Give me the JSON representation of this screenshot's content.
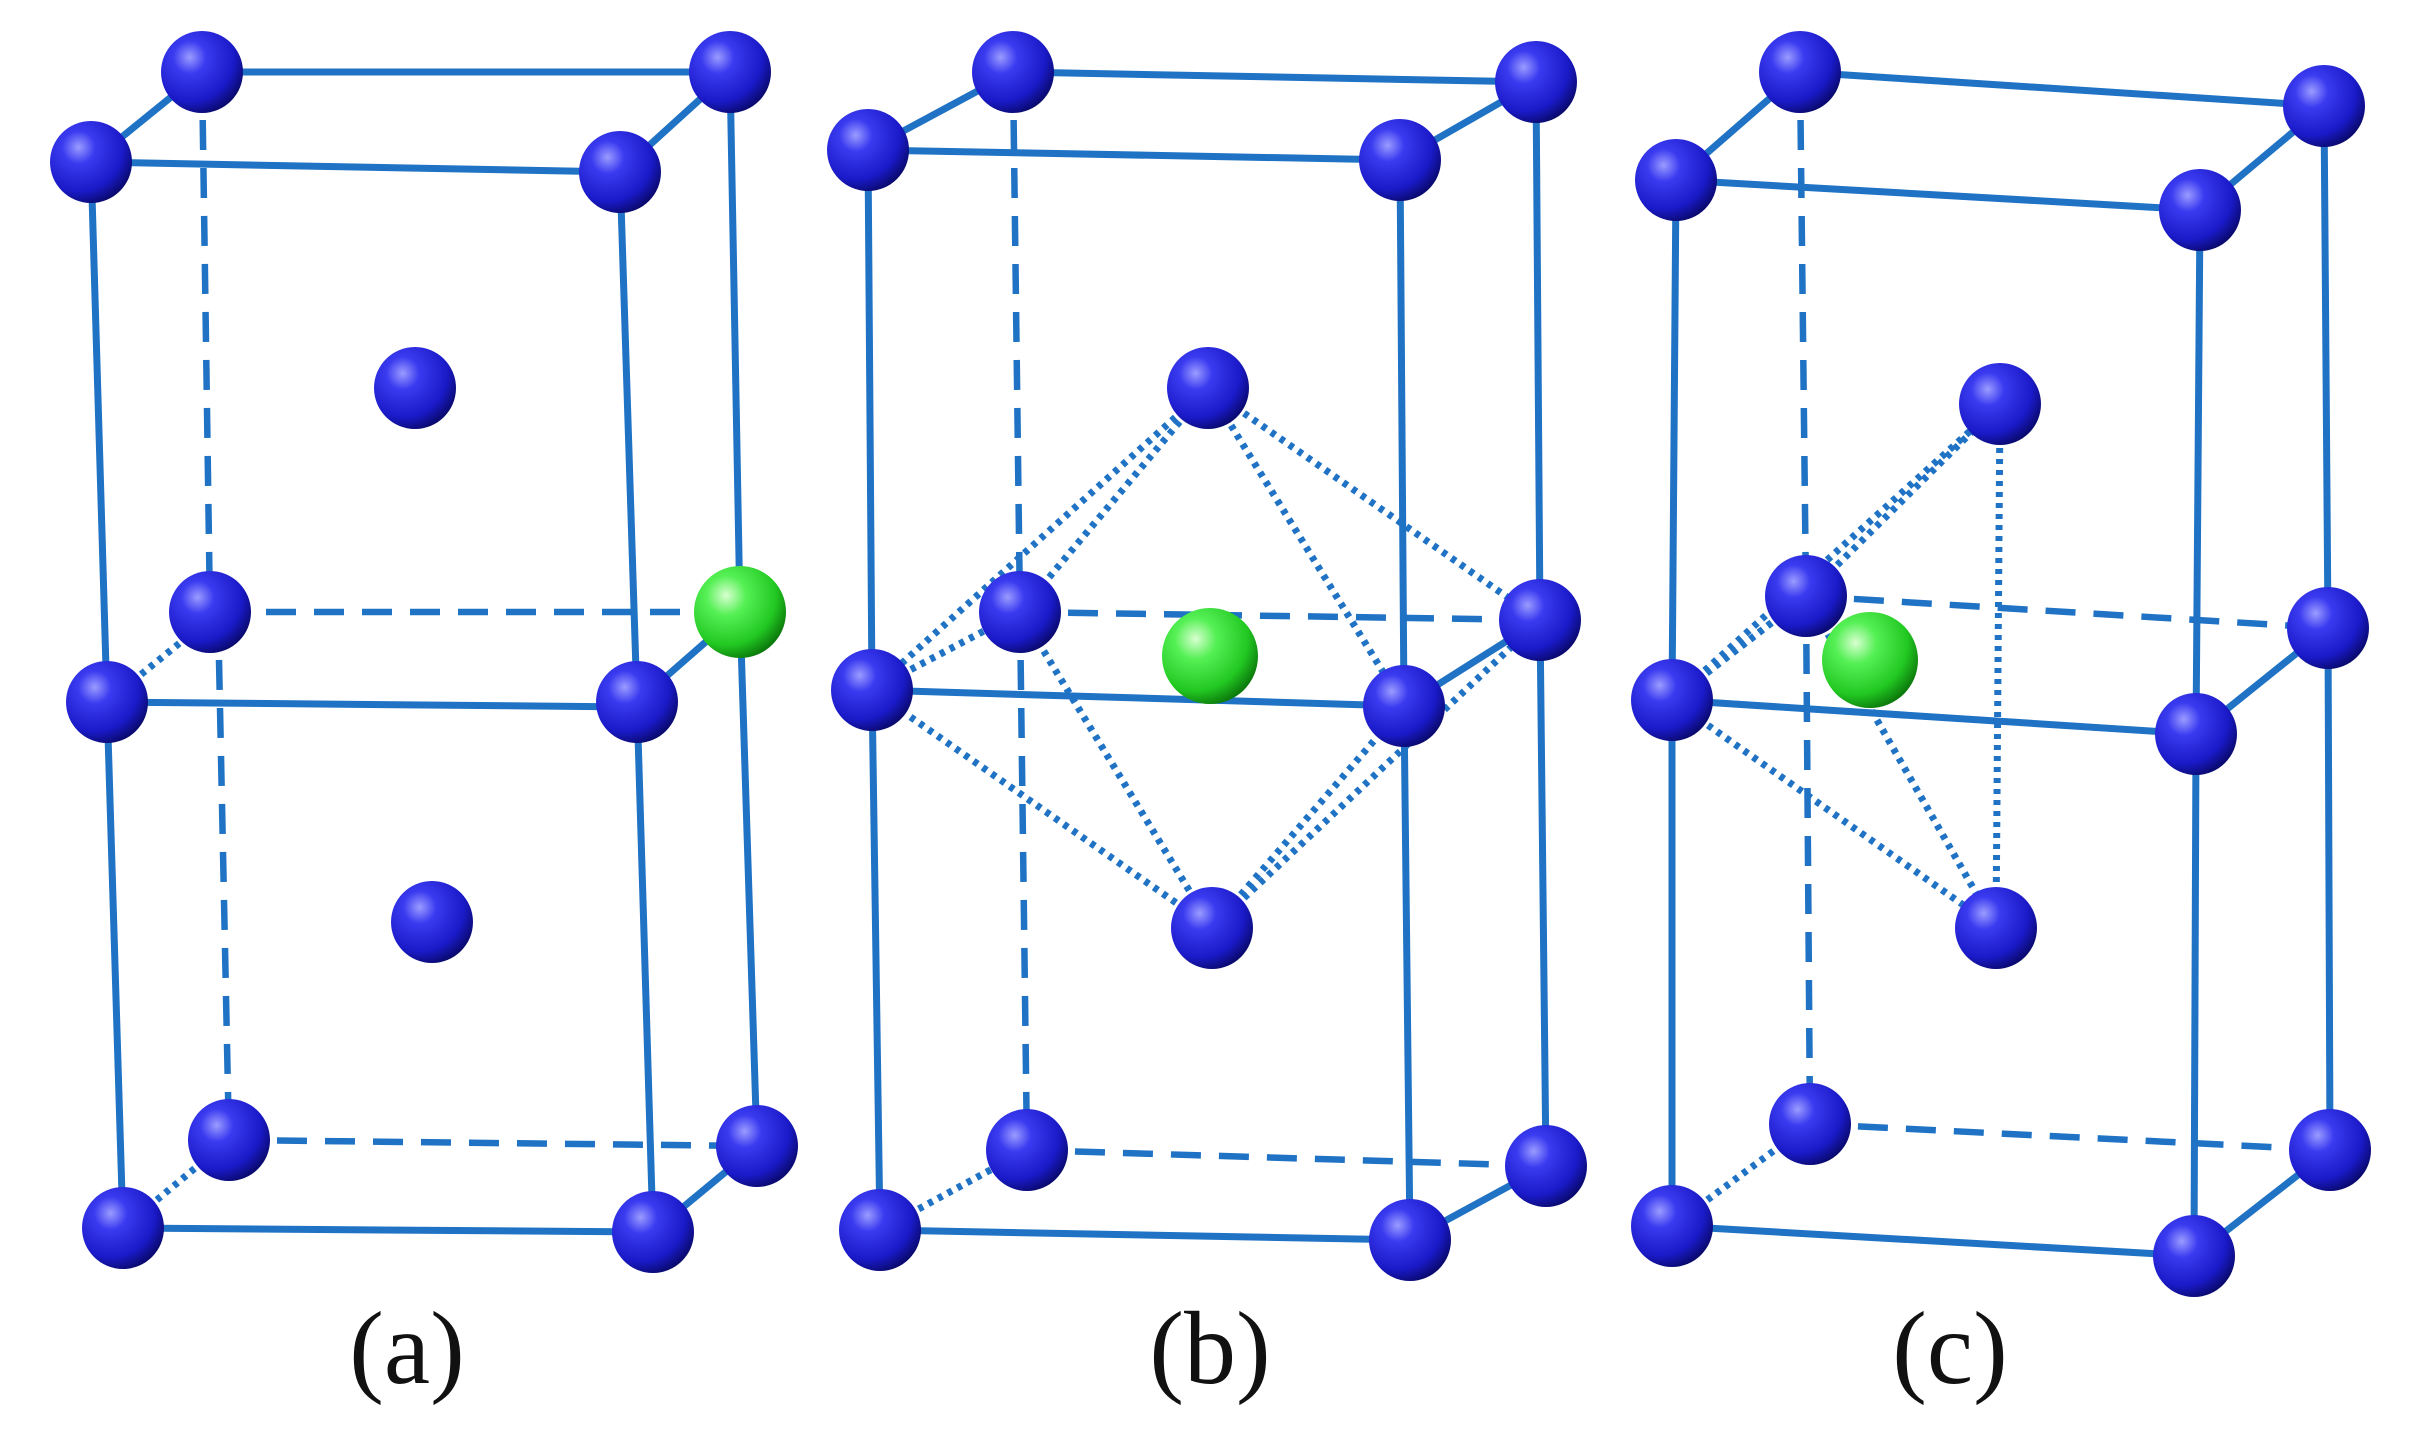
{
  "colors": {
    "frame": "#1f72c4",
    "host_atom": "#2222d6",
    "solute_atom": "#3ee63e",
    "background": "#ffffff"
  },
  "panels": [
    {
      "id": "a",
      "label": "(a)"
    },
    {
      "id": "b",
      "label": "(b)"
    },
    {
      "id": "c",
      "label": "(c)"
    }
  ]
}
